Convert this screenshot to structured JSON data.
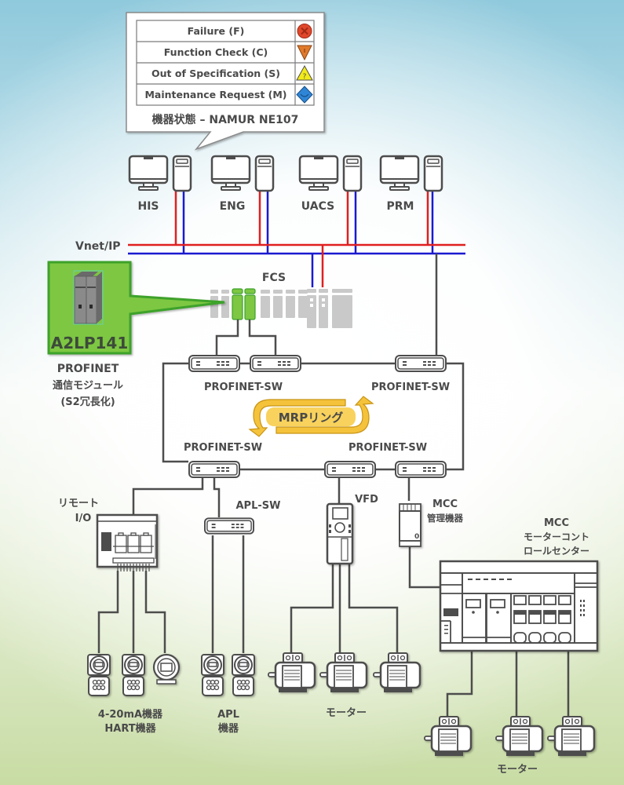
{
  "legend": {
    "title": "機器状態 – NAMUR NE107",
    "rows": [
      {
        "label": "Failure (F)",
        "icon": "failure-icon",
        "color": "#e0482b"
      },
      {
        "label": "Function Check (C)",
        "icon": "function-check-icon",
        "color": "#e07a2b"
      },
      {
        "label": "Out of Specification (S)",
        "icon": "out-of-spec-icon",
        "color": "#f2ea1a"
      },
      {
        "label": "Maintenance Request (M)",
        "icon": "maintenance-request-icon",
        "color": "#2f86d6"
      }
    ]
  },
  "stations": [
    {
      "label": "HIS"
    },
    {
      "label": "ENG"
    },
    {
      "label": "UACS"
    },
    {
      "label": "PRM"
    }
  ],
  "network": {
    "vnet_label": "Vnet/IP",
    "line_colors": {
      "primary": "#e02020",
      "secondary": "#1a1ad0"
    }
  },
  "fcs": {
    "label": "FCS"
  },
  "module": {
    "name": "A2LP141",
    "desc_line1": "PROFINET",
    "desc_line2": "通信モジュール",
    "desc_line3": "(S2冗長化)",
    "highlight_color": "#7dc742"
  },
  "switches": {
    "top_left": "PROFINET-SW",
    "top_right": "PROFINET-SW",
    "bottom_left": "PROFINET-SW",
    "bottom_right": "PROFINET-SW",
    "apl": "APL-SW"
  },
  "ring": {
    "label": "MRPリング",
    "color": "#f5c33b"
  },
  "field": {
    "remote_io_line1": "リモート",
    "remote_io_line2": "I/O",
    "vfd": "VFD",
    "mcc_dev_line1": "MCC",
    "mcc_dev_line2": "管理機器",
    "mcc_dev_digit": "0",
    "mcc_center_line1": "MCC",
    "mcc_center_line2": "モーターコント",
    "mcc_center_line3": "ロールセンター",
    "hart_line1": "4-20mA機器",
    "hart_line2": "HART機器",
    "apl_line1": "APL",
    "apl_line2": "機器",
    "motors_label_1": "モーター",
    "motors_label_2": "モーター"
  }
}
